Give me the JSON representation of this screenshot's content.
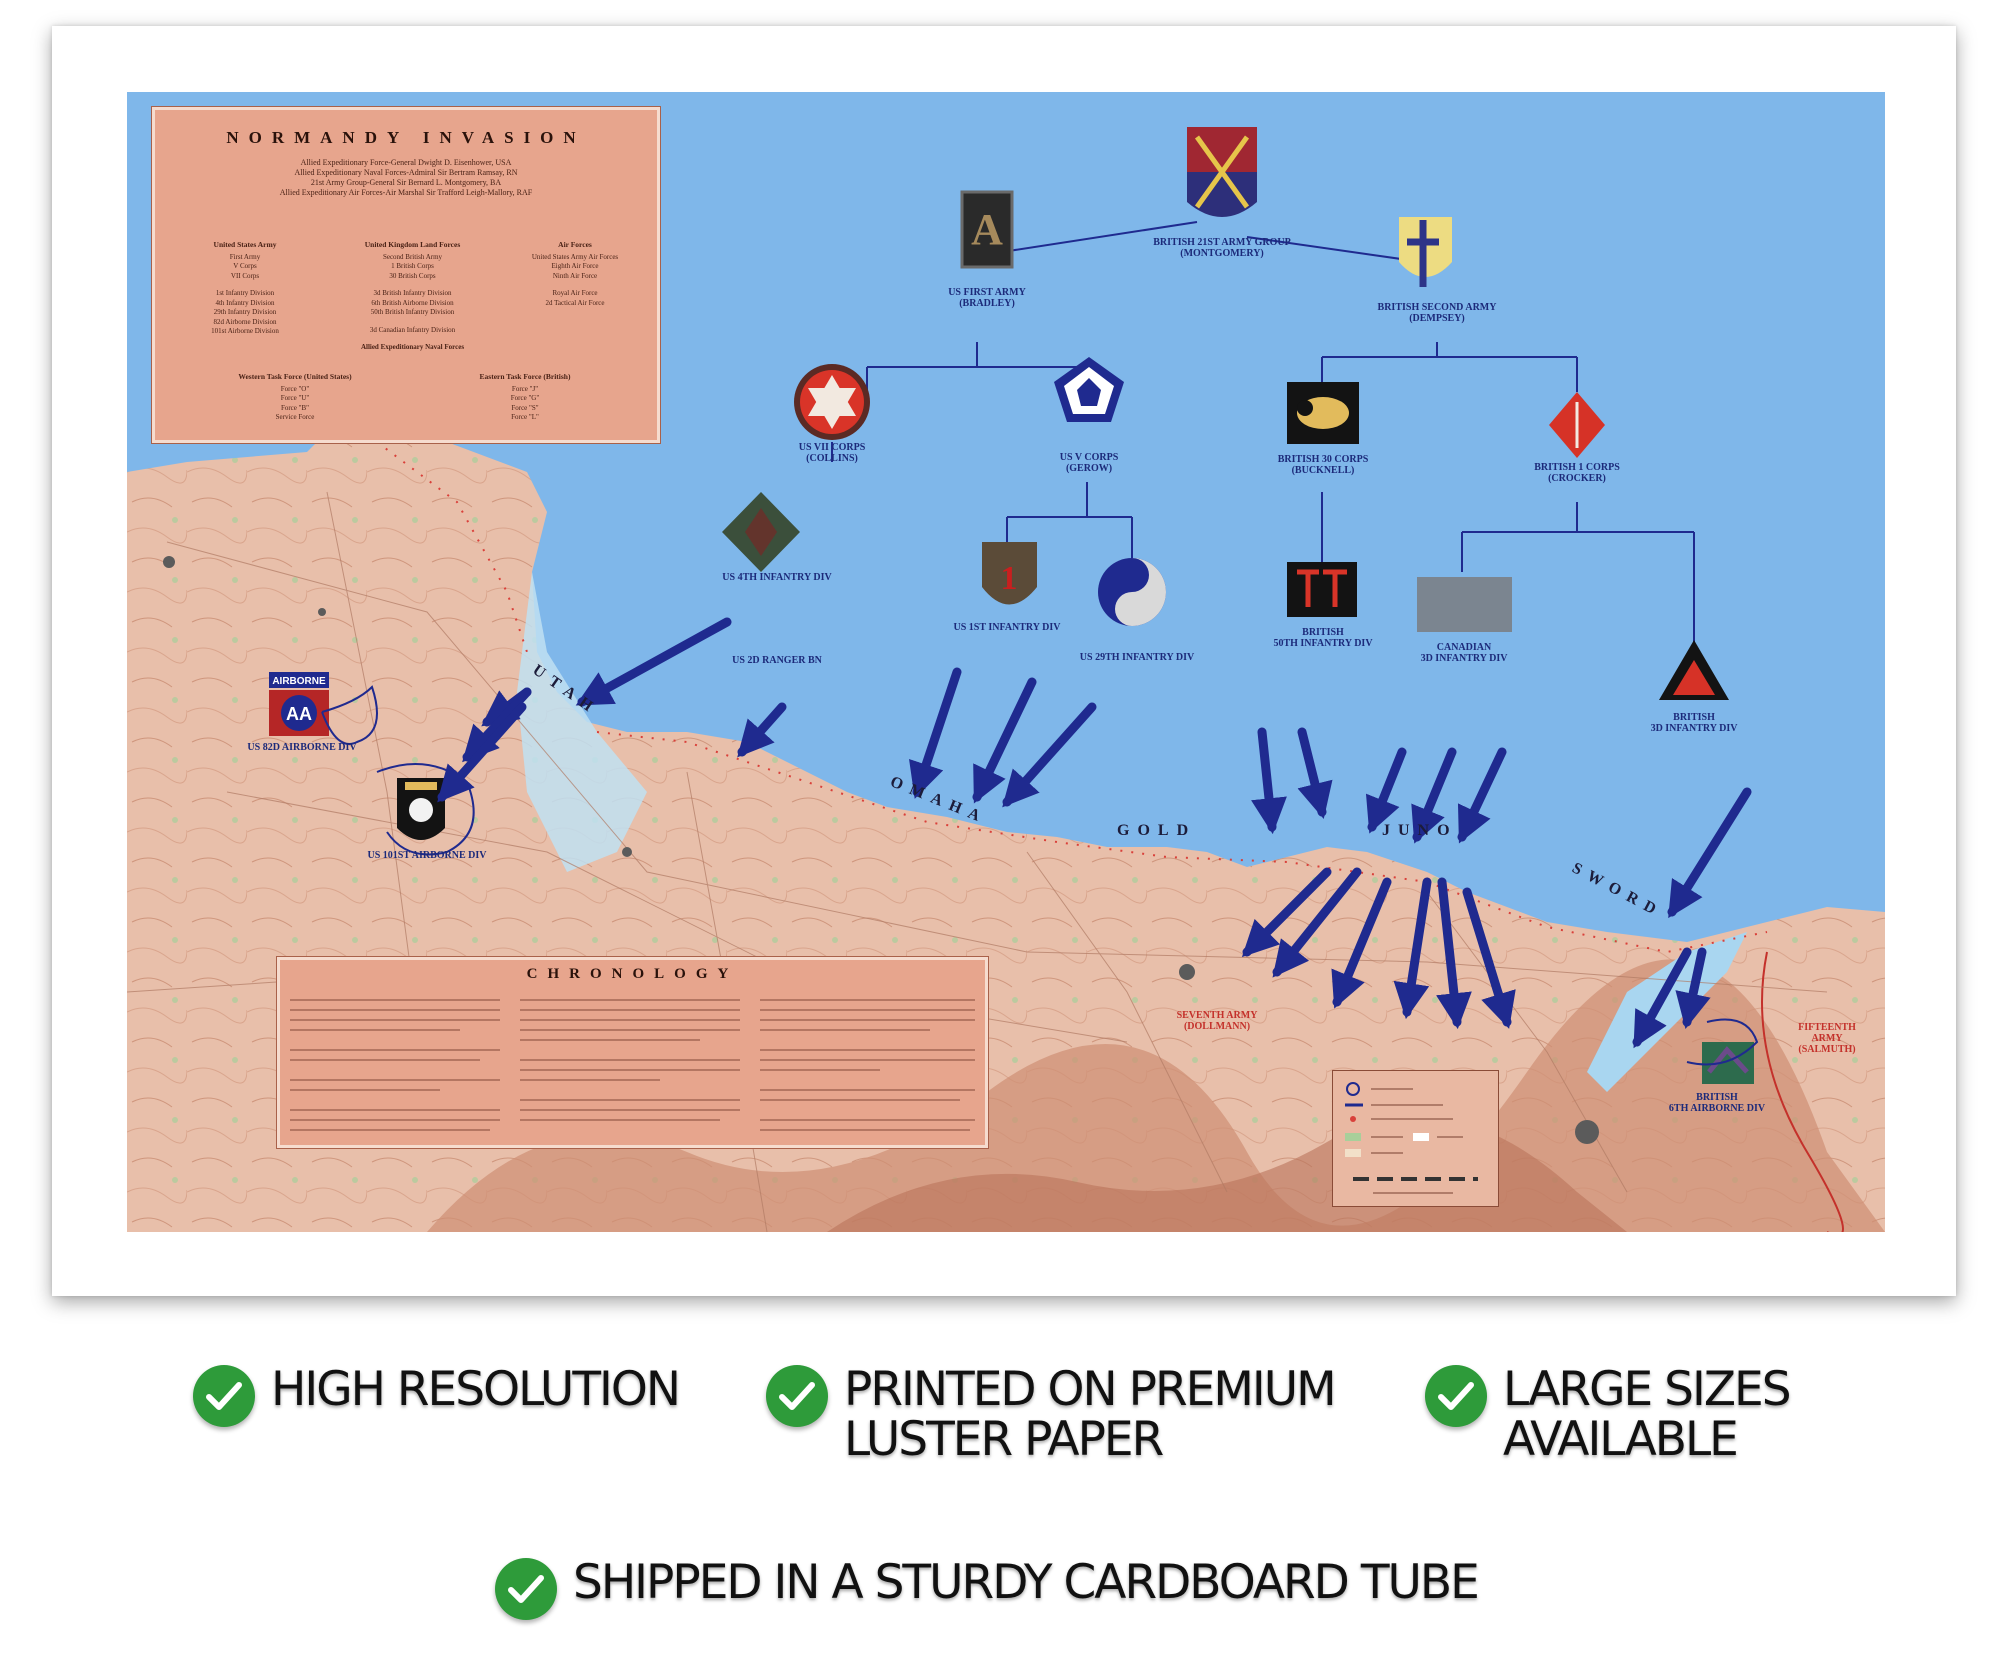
{
  "map": {
    "title": "NORMANDY INVASION",
    "command_lines": [
      "Allied Expeditionary Force-General Dwight D. Eisenhower, USA",
      "Allied Expeditionary Naval Forces-Admiral Sir Bertram Ramsay, RN",
      "21st Army Group-General Sir Bernard L. Montgomery, BA",
      "Allied Expeditionary Air Forces-Air Marshal Sir Trafford Leigh-Mallory, RAF"
    ],
    "oob": {
      "col1_head": "United States Army",
      "col1": [
        "First Army",
        "V Corps",
        "VII Corps",
        "",
        "1st Infantry Division",
        "4th Infantry Division",
        "29th Infantry Division",
        "82d Airborne Division",
        "101st Airborne Division"
      ],
      "col2_head": "United Kingdom Land Forces",
      "col2": [
        "Second British Army",
        "1 British Corps",
        "30 British Corps",
        "",
        "3d British Infantry Division",
        "6th British Airborne Division",
        "50th British Infantry Division",
        "",
        "3d Canadian Infantry Division"
      ],
      "col3_head": "Air Forces",
      "col3": [
        "United States Army Air Forces",
        "Eighth Air Force",
        "Ninth Air Force",
        "",
        "Royal Air Force",
        "2d Tactical Air Force"
      ],
      "naval_head": "Allied Expeditionary Naval Forces",
      "west_head": "Western Task Force (United States)",
      "west": [
        "Force \"O\"",
        "Force \"U\"",
        "Force \"B\"",
        "Service Force"
      ],
      "east_head": "Eastern Task Force (British)",
      "east": [
        "Force \"J\"",
        "Force \"G\"",
        "Force \"S\"",
        "Force \"L\""
      ]
    },
    "chronology_title": "CHRONOLOGY",
    "units": {
      "army_group": [
        "BRITISH 21ST ARMY GROUP",
        "(MONTGOMERY)"
      ],
      "us_first": [
        "US FIRST ARMY",
        "(BRADLEY)"
      ],
      "br_second": [
        "BRITISH SECOND ARMY",
        "(DEMPSEY)"
      ],
      "vii_corps": [
        "US VII CORPS",
        "(COLLINS)"
      ],
      "v_corps": [
        "US V CORPS",
        "(GEROW)"
      ],
      "br_30": [
        "BRITISH 30 CORPS",
        "(BUCKNELL)"
      ],
      "br_1": [
        "BRITISH 1 CORPS",
        "(CROCKER)"
      ],
      "us_4th": "US 4TH INFANTRY DIV",
      "us_1st": "US 1ST INFANTRY DIV",
      "us_29th": "US 29TH INFANTRY DIV",
      "br_50th": [
        "BRITISH",
        "50TH INFANTRY DIV"
      ],
      "cdn_3d": [
        "CANADIAN",
        "3D INFANTRY DIV"
      ],
      "br_3d": [
        "BRITISH",
        "3D INFANTRY DIV"
      ],
      "ranger": "US 2D RANGER BN",
      "us_82": "US 82D AIRBORNE DIV",
      "us_101": "US 101ST AIRBORNE DIV",
      "br_6": [
        "BRITISH",
        "6TH AIRBORNE DIV"
      ],
      "seventh": [
        "SEVENTH ARMY",
        "(DOLLMANN)"
      ],
      "fifteenth": [
        "FIFTEENTH",
        "ARMY",
        "(SALMUTH)"
      ]
    },
    "beaches": [
      "UTAH",
      "OMAHA",
      "GOLD",
      "JUNO",
      "SWORD"
    ],
    "badges": {
      "us_first_letter": "A",
      "us_1st_number": "1",
      "aa": "AA",
      "airborne": "AIRBORNE"
    },
    "colors": {
      "sea": "#7fb7ea",
      "land": "#e9c2ad",
      "arrow": "#1f2a8f",
      "panel": "#e7a58d",
      "check": "#2e9b3a"
    }
  },
  "features": [
    {
      "line1": "HIGH RESOLUTION",
      "line2": ""
    },
    {
      "line1": "PRINTED ON PREMIUM",
      "line2": "LUSTER PAPER"
    },
    {
      "line1": "LARGE SIZES",
      "line2": "AVAILABLE"
    },
    {
      "line1": "SHIPPED IN A STURDY CARDBOARD TUBE",
      "line2": ""
    }
  ]
}
